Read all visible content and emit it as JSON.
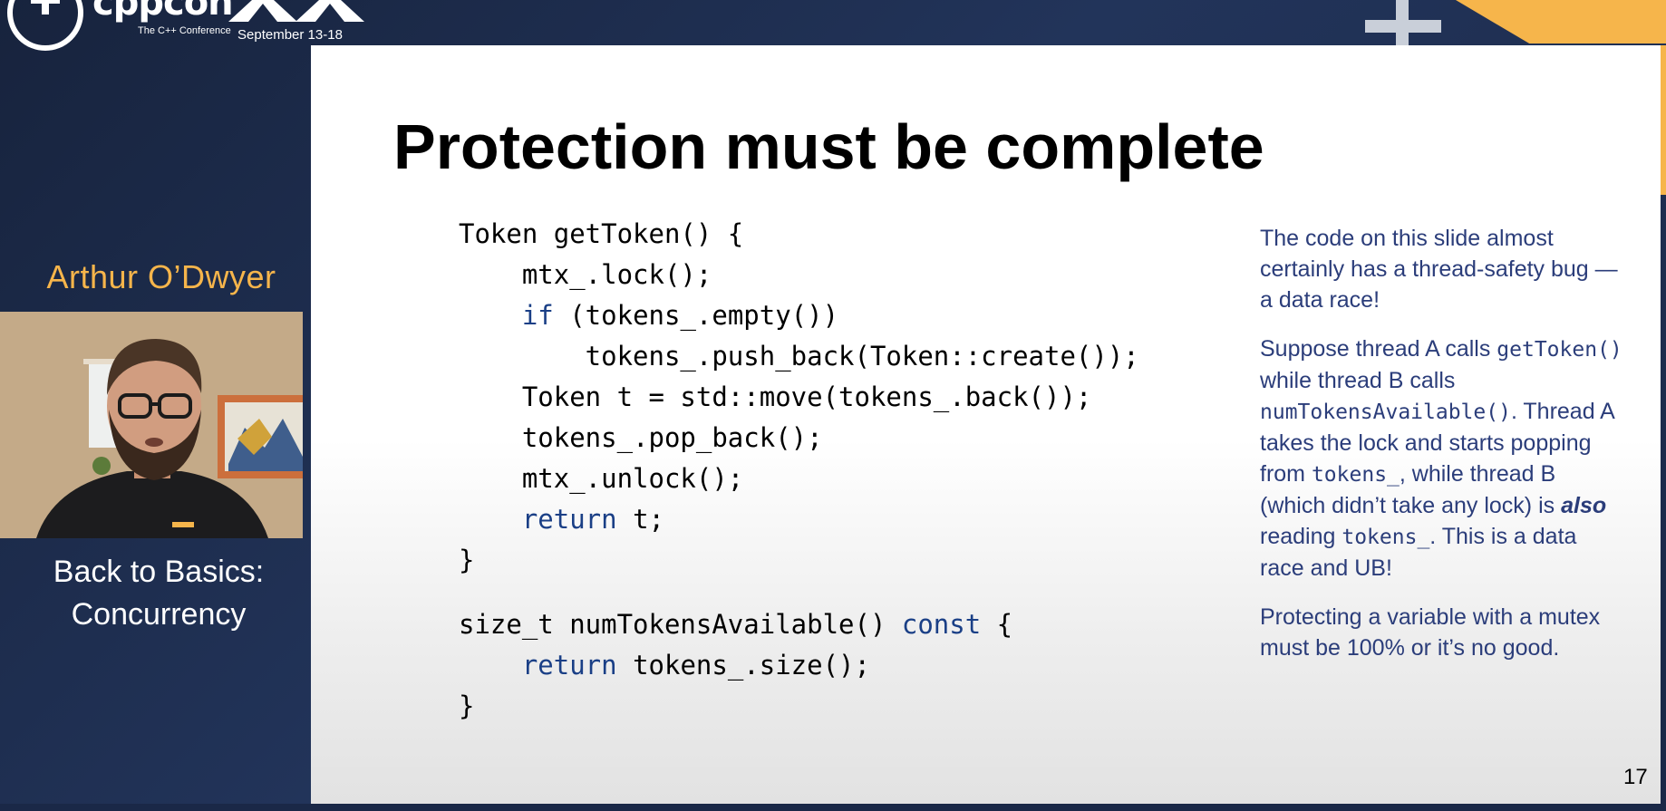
{
  "banner": {
    "logo_word": "cppcon",
    "logo_subtitle": "The C++ Conference",
    "date": "September 13-18"
  },
  "speaker": {
    "name": "Arthur O’Dwyer",
    "talk_title_line1": "Back to Basics:",
    "talk_title_line2": "Concurrency"
  },
  "slide": {
    "title": "Protection must be complete",
    "code": {
      "l1": "Token getToken() {",
      "l2": "    mtx_.lock();",
      "l3_kw": "if",
      "l3_rest": " (tokens_.empty())",
      "l4": "        tokens_.push_back(Token::create());",
      "l5": "    Token t = std::move(tokens_.back());",
      "l6": "    tokens_.pop_back();",
      "l7": "    mtx_.unlock();",
      "l8_kw": "return",
      "l8_rest": " t;",
      "l9": "}",
      "l10_pre": "size_t numTokensAvailable() ",
      "l10_kw": "const",
      "l10_post": " {",
      "l11_kw": "return",
      "l11_rest": " tokens_.size();",
      "l12": "}"
    },
    "notes": {
      "p1": "The code on this slide almost certainly has a thread-safety bug — a data race!",
      "p2_a": "Suppose thread A calls ",
      "p2_code1": "getToken()",
      "p2_b": " while thread B calls ",
      "p2_code2": "numTokensAvailable()",
      "p2_c": ". Thread A takes the lock and starts popping from ",
      "p2_code3": "tokens_",
      "p2_d": ", while thread B (which didn’t take any lock) is ",
      "p2_em": "also",
      "p2_e": " reading ",
      "p2_code4": "tokens_",
      "p2_f": ". This is a data race and UB!",
      "p3": "Protecting a variable with a mutex must be 100% or it’s no good."
    },
    "page_number": "17"
  },
  "colors": {
    "background_navy": "#1c2a48",
    "accent_orange": "#f6b54b",
    "keyword_blue": "#1a3f86",
    "notes_blue": "#2b3d7a"
  }
}
